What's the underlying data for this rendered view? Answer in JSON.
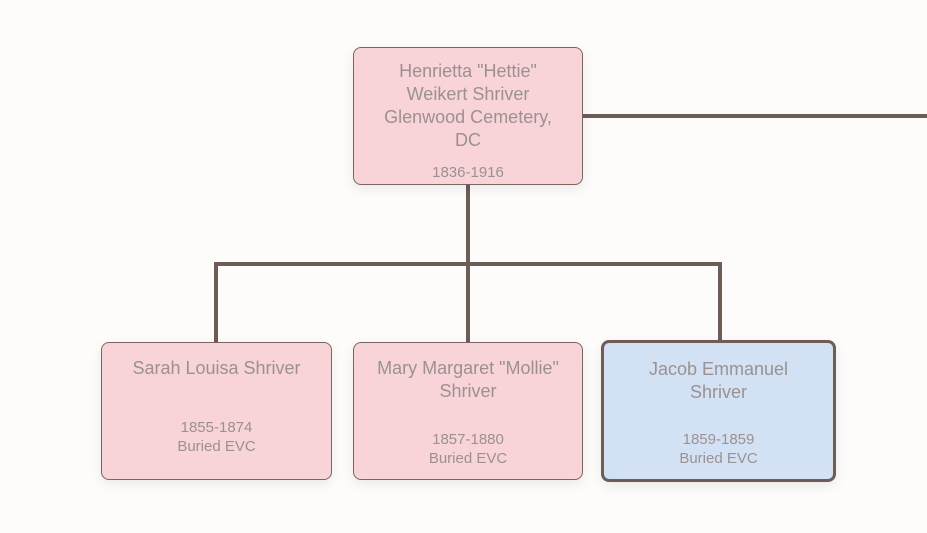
{
  "tree": {
    "parent": {
      "name_lines": [
        "Henrietta \"Hettie\"",
        "Weikert Shriver",
        "Glenwood Cemetery,",
        "DC"
      ],
      "dates": "1836-1916",
      "gender_color": "#f8d3d8"
    },
    "children": [
      {
        "name_lines": [
          "Sarah Louisa Shriver"
        ],
        "dates": "1855-1874",
        "note": "Buried EVC",
        "gender_color": "#f8d3d8",
        "selected": false
      },
      {
        "name_lines": [
          "Mary Margaret \"Mollie\"",
          "Shriver"
        ],
        "dates": "1857-1880",
        "note": "Buried EVC",
        "gender_color": "#f8d3d8",
        "selected": false
      },
      {
        "name_lines": [
          "Jacob Emmanuel",
          "Shriver"
        ],
        "dates": "1859-1859",
        "note": "Buried EVC",
        "gender_color": "#d2e2f4",
        "selected": true
      }
    ]
  },
  "colors": {
    "connector": "#6d5d56",
    "female_box": "#f8d3d8",
    "male_box": "#d2e2f4",
    "text": "#9b9191",
    "background": "#fdfcfb"
  }
}
